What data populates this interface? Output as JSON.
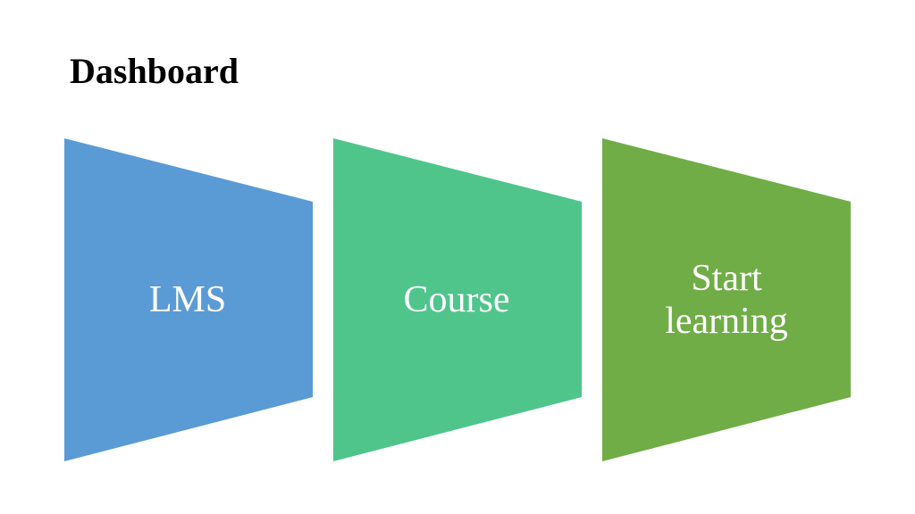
{
  "title": "Dashboard",
  "steps": [
    {
      "lines": [
        "LMS"
      ],
      "color": "#5b9bd5"
    },
    {
      "lines": [
        "Course"
      ],
      "color": "#4fc58c"
    },
    {
      "lines": [
        "Start",
        "learning"
      ],
      "color": "#70ad47"
    }
  ]
}
